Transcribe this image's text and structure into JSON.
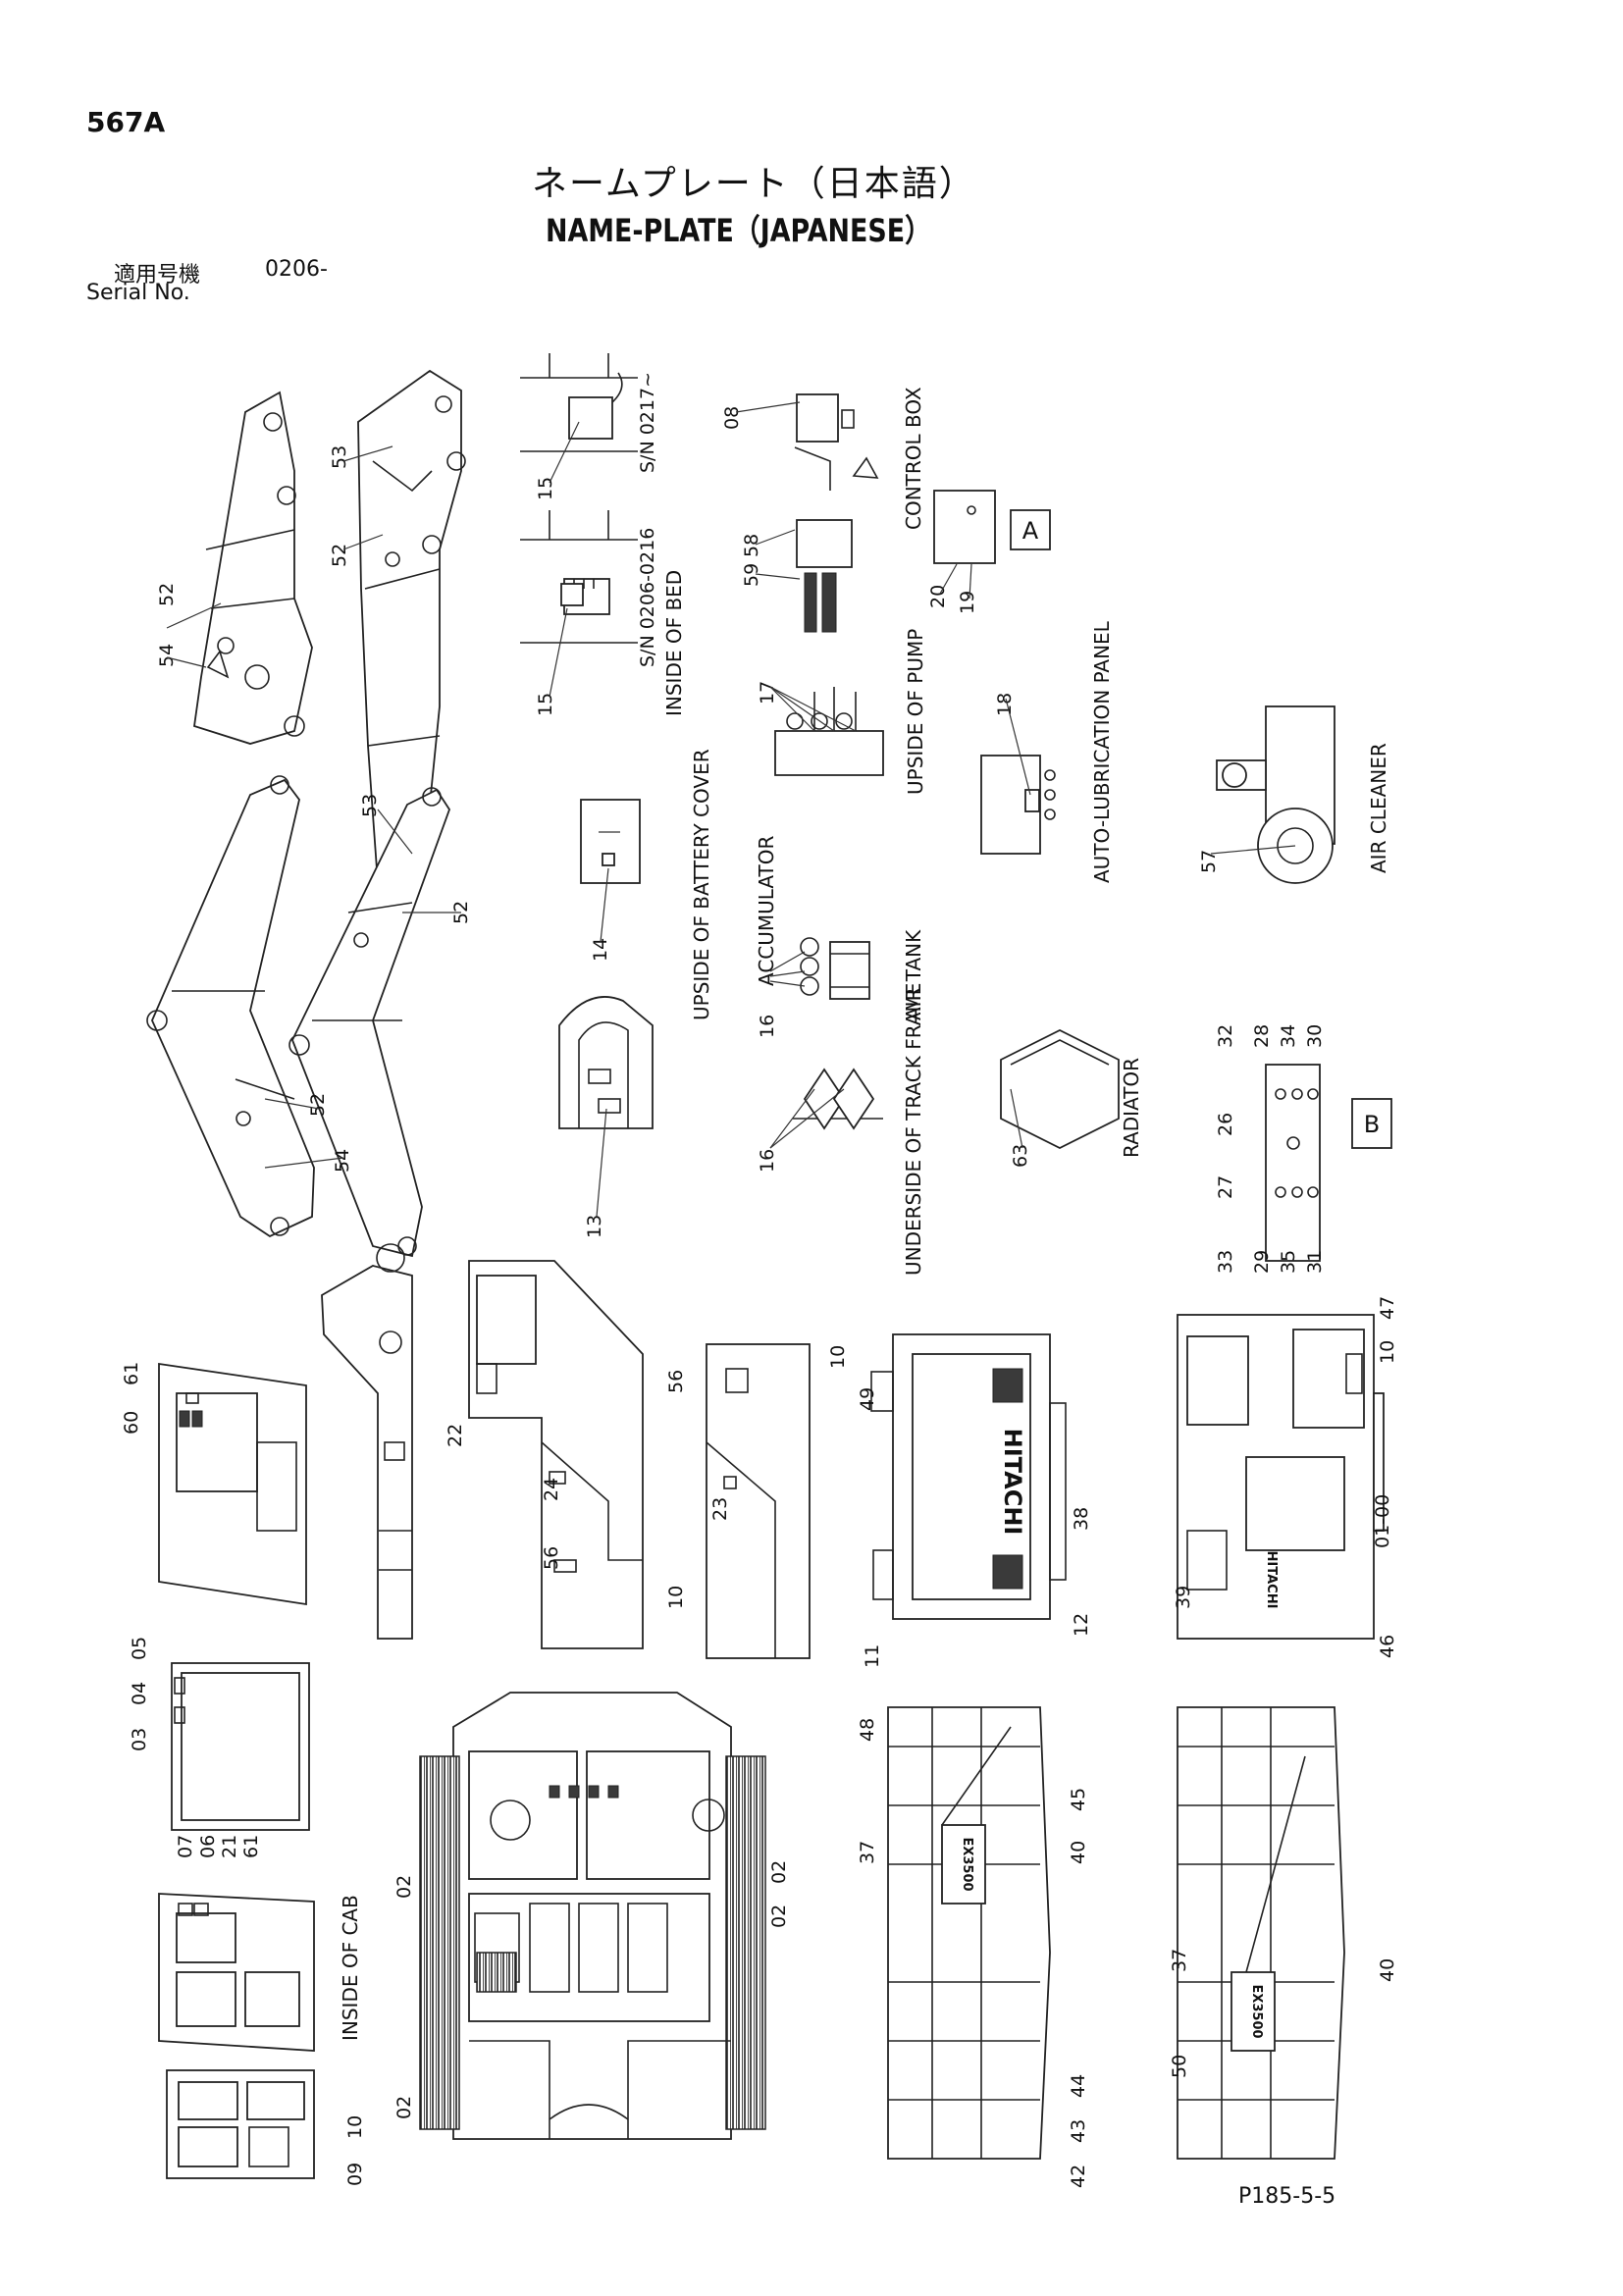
{
  "header": {
    "page_no": "567A",
    "title_jp": "ネームプレート（日本語）",
    "title_en": "NAME-PLATE（JAPANESE）",
    "serial_label_jp": "適用号機",
    "serial_from": "0206-",
    "serial_label_en": "Serial No."
  },
  "captions": {
    "inside_of_bed": "INSIDE OF BED",
    "sn_0206_0216": "S/N 0206-0216",
    "sn_0217": "S/N 0217~",
    "control_box": "CONTROL BOX",
    "upside_battery_cover": "UPSIDE OF BATTERY COVER",
    "upside_of_pump": "UPSIDE OF PUMP",
    "auto_lubrication_panel": "AUTO-LUBRICATION PANEL",
    "air_cleaner": "AIR CLEANER",
    "accumulator": "ACCUMULATOR",
    "air_tank": "AIR TANK",
    "underside_track_frame": "UNDERSIDE OF TRACK FRAME",
    "radiator": "RADIATOR",
    "inside_of_cab": "INSIDE OF CAB",
    "box_a": "A",
    "box_b": "B"
  },
  "brand_marks": {
    "hitachi": "HITACHI",
    "model": "EX3500"
  },
  "labels": {
    "l01_00": "01-00",
    "l02": "02",
    "l03": "03",
    "l04": "04",
    "l05": "05",
    "l06": "06",
    "l07": "07",
    "l08": "08",
    "l09": "09",
    "l10": "10",
    "l11": "11",
    "l12": "12",
    "l13": "13",
    "l14": "14",
    "l15": "15",
    "l16": "16",
    "l17": "17",
    "l18": "18",
    "l19": "19",
    "l20": "20",
    "l21": "21",
    "l22": "22",
    "l23": "23",
    "l24": "24",
    "l26": "26",
    "l27": "27",
    "l28": "28",
    "l29": "29",
    "l30": "30",
    "l31": "31",
    "l32": "32",
    "l33": "33",
    "l34": "34",
    "l35": "35",
    "l37": "37",
    "l38": "38",
    "l39": "39",
    "l40": "40",
    "l42": "42",
    "l43": "43",
    "l44": "44",
    "l45": "45",
    "l46": "46",
    "l47": "47",
    "l48": "48",
    "l49": "49",
    "l50": "50",
    "l52": "52",
    "l53": "53",
    "l54": "54",
    "l56": "56",
    "l57": "57",
    "l58": "58",
    "l59": "59",
    "l60": "60",
    "l61": "61",
    "l63": "63"
  },
  "footer": {
    "page_ref": "P185-5-5"
  }
}
